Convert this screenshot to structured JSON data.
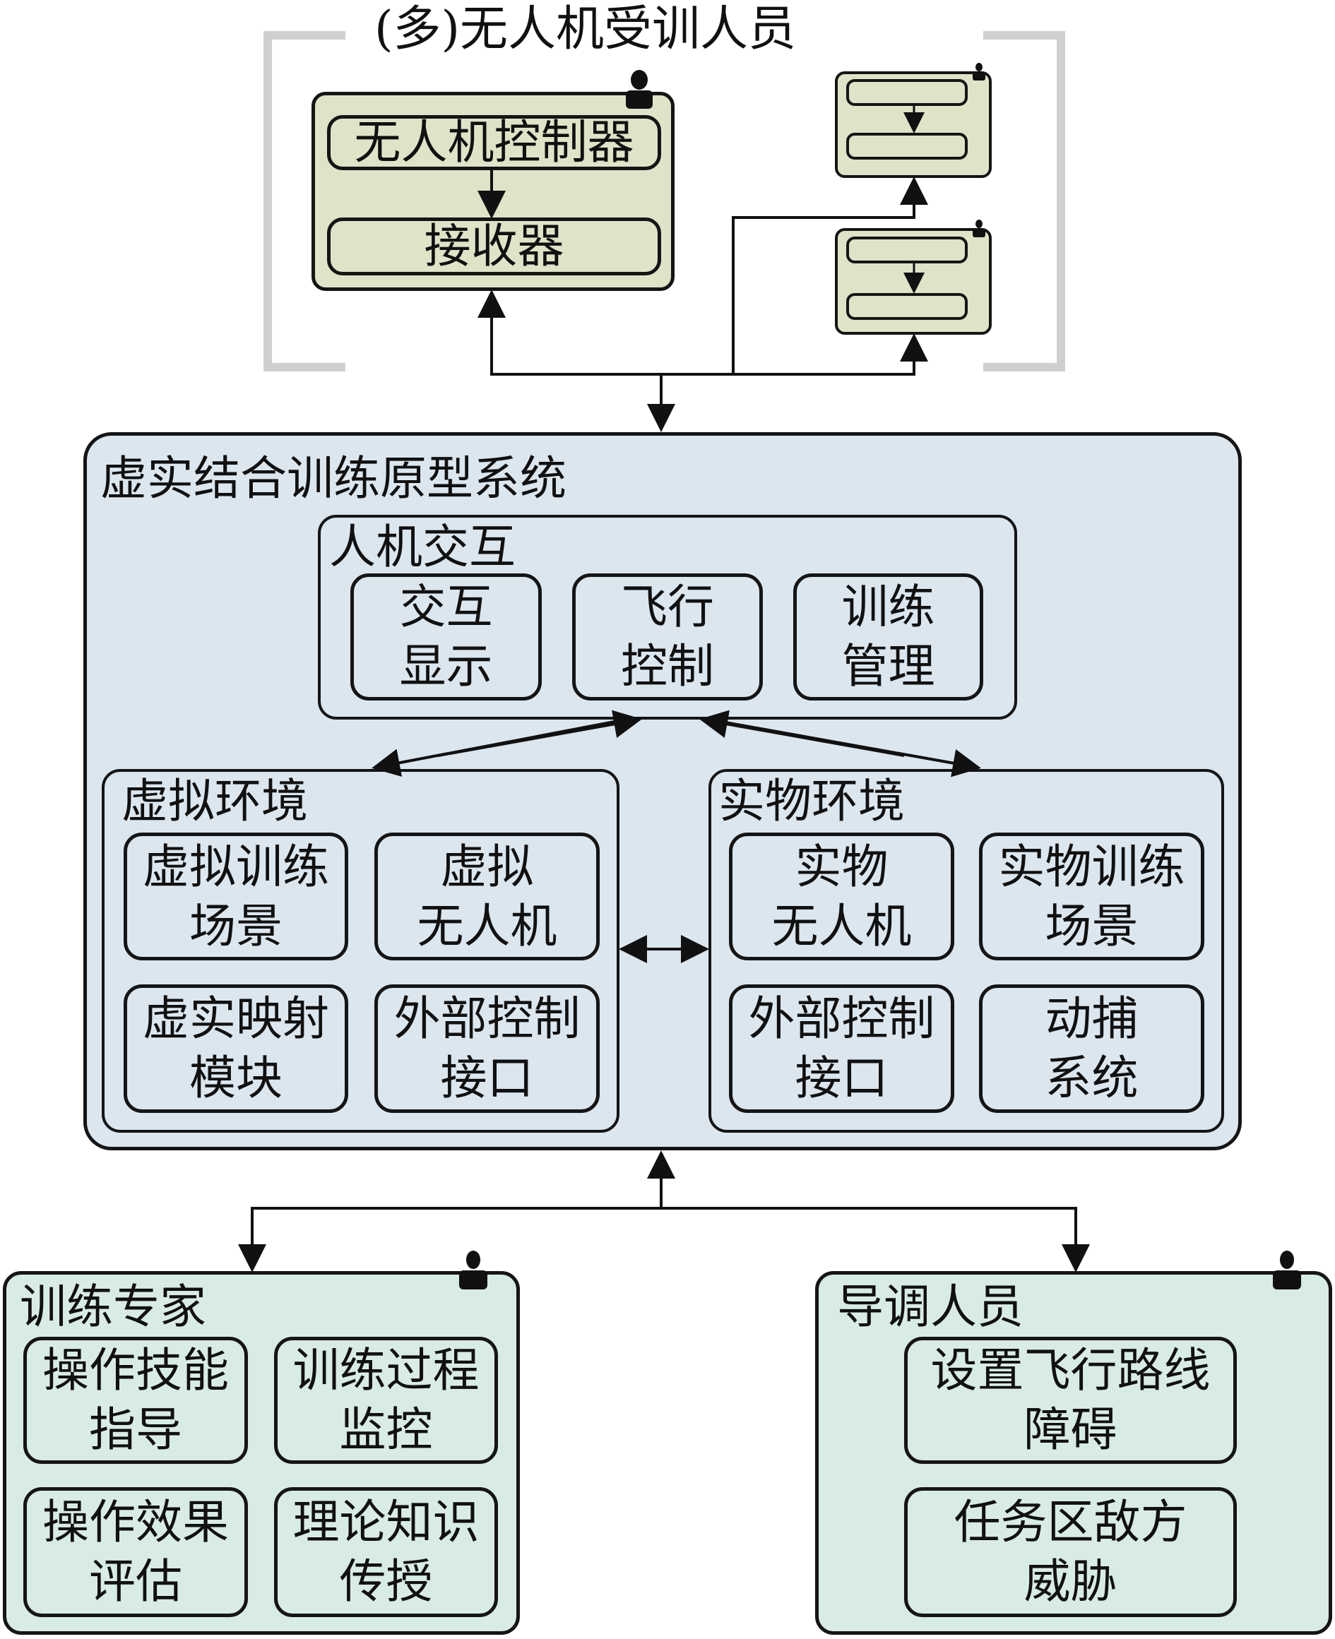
{
  "title": "(多)无人机受训人员",
  "trainee": {
    "main_box": {
      "items": [
        "无人机控制器",
        "接收器"
      ]
    },
    "mini_boxes_count": 2,
    "icon": "person-icon"
  },
  "system": {
    "title": "虚实结合训练原型系统",
    "hci": {
      "title": "人机交互",
      "items": [
        {
          "line1": "交互",
          "line2": "显示"
        },
        {
          "line1": "飞行",
          "line2": "控制"
        },
        {
          "line1": "训练",
          "line2": "管理"
        }
      ]
    },
    "virtual": {
      "title": "虚拟环境",
      "items": [
        {
          "line1": "虚拟训练",
          "line2": "场景"
        },
        {
          "line1": "虚拟",
          "line2": "无人机"
        },
        {
          "line1": "虚实映射",
          "line2": "模块"
        },
        {
          "line1": "外部控制",
          "line2": "接口"
        }
      ]
    },
    "physical": {
      "title": "实物环境",
      "items": [
        {
          "line1": "实物",
          "line2": "无人机"
        },
        {
          "line1": "实物训练",
          "line2": "场景"
        },
        {
          "line1": "外部控制",
          "line2": "接口"
        },
        {
          "line1": "动捕",
          "line2": "系统"
        }
      ]
    }
  },
  "expert": {
    "title": "训练专家",
    "icon": "person-icon",
    "items": [
      {
        "line1": "操作技能",
        "line2": "指导"
      },
      {
        "line1": "训练过程",
        "line2": "监控"
      },
      {
        "line1": "操作效果",
        "line2": "评估"
      },
      {
        "line1": "理论知识",
        "line2": "传授"
      }
    ]
  },
  "director": {
    "title": "导调人员",
    "icon": "person-icon",
    "items": [
      {
        "line1": "设置飞行路线",
        "line2": "障碍"
      },
      {
        "line1": "任务区敌方",
        "line2": "威胁"
      }
    ]
  },
  "colors": {
    "trainee_fill": "#dfe3c8",
    "system_fill": "#dce6ef",
    "role_fill": "#d9ebe6",
    "bracket": "#cfcfcf",
    "stroke": "#151515"
  }
}
